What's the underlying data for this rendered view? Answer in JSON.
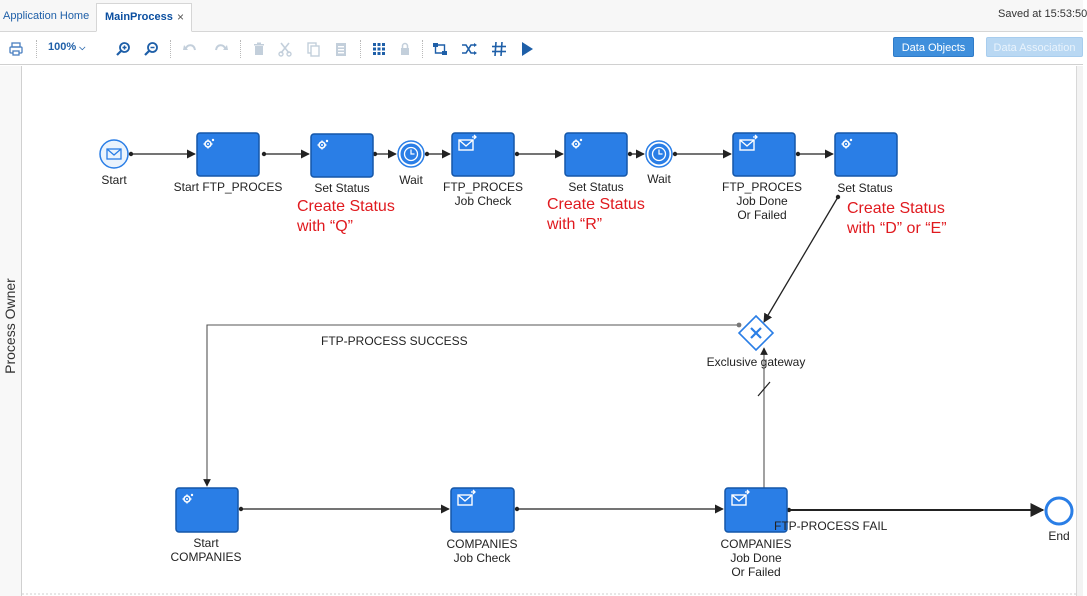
{
  "tabs": {
    "home": "Application Home",
    "main": "MainProcess",
    "close": "×"
  },
  "saved_status": "Saved at 15:53:50",
  "toolbar": {
    "zoom": "100%",
    "data_objects": "Data Objects",
    "data_association": "Data Association"
  },
  "lane": {
    "label": "Process Owner"
  },
  "nodes": {
    "start": "Start",
    "start_ftp": "Start FTP_PROCES",
    "set_status_1": "Set Status",
    "wait_1": "Wait",
    "ftp_job_check_1": "FTP_PROCES",
    "ftp_job_check_2": "Job Check",
    "set_status_2": "Set Status",
    "wait_2": "Wait",
    "ftp_done_1": "FTP_PROCES",
    "ftp_done_2": "Job Done",
    "ftp_done_3": "Or Failed",
    "set_status_3": "Set Status",
    "gateway": "Exclusive gateway",
    "start_comp_1": "Start",
    "start_comp_2": "COMPANIES",
    "comp_check_1": "COMPANIES",
    "comp_check_2": "Job Check",
    "comp_done_1": "COMPANIES",
    "comp_done_2": "Job Done",
    "comp_done_3": "Or Failed",
    "end": "End"
  },
  "flow_labels": {
    "success": "FTP-PROCESS SUCCESS",
    "fail": "FTP-PROCESS FAIL"
  },
  "annotations": {
    "q_1": "Create Status",
    "q_2": "with “Q”",
    "r_1": "Create Status",
    "r_2": "with “R”",
    "de_1": "Create Status",
    "de_2": "with “D” or “E”"
  },
  "colors": {
    "task_fill": "#2a7ee6",
    "task_border": "#1456a8",
    "event_blue": "#2a7ee6",
    "annotation_red": "#e0191e",
    "accent": "#1e5fa8"
  }
}
